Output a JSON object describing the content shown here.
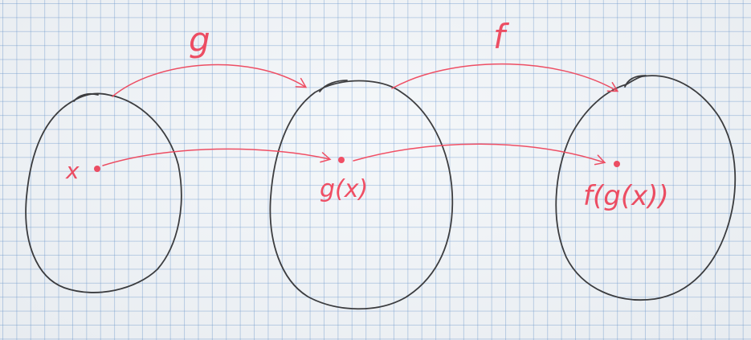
{
  "diagram": {
    "ink_color": "#f0314a",
    "outline_color": "#1d1d1f",
    "arrow_labels": {
      "g": "g",
      "f": "f"
    },
    "points": {
      "x": "x",
      "gx": "g(x)",
      "fgx": "f(g(x))"
    }
  }
}
